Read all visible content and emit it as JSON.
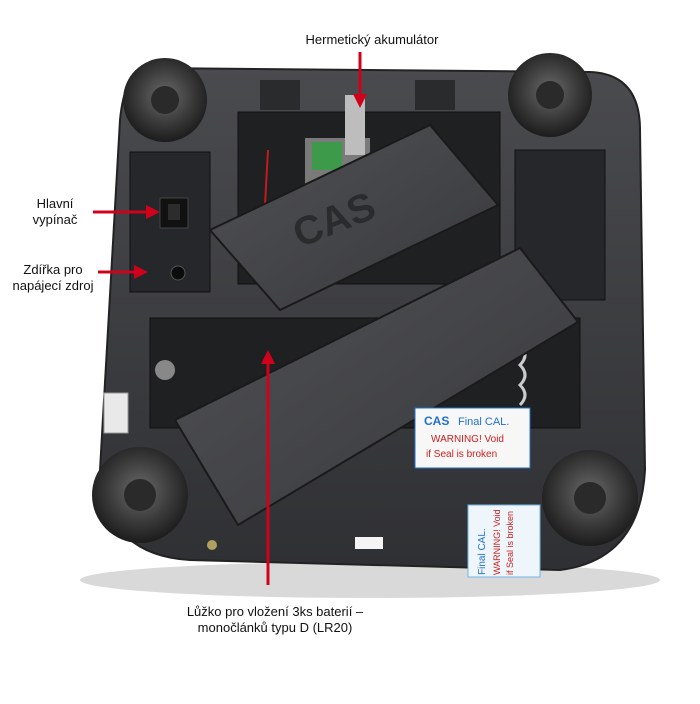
{
  "callouts": {
    "battery": "Hermetický akumulátor",
    "switch_line1": "Hlavní",
    "switch_line2": "vypínač",
    "power_line1": "Zdířka pro",
    "power_line2": "napájecí zdroj",
    "tray_line1": "Lůžko pro vložení  3ks baterií –",
    "tray_line2": "monočlánků typu D (LR20)"
  },
  "device": {
    "logo": "CAS",
    "seal_brand": "CAS",
    "seal_title": "Final CAL.",
    "seal_warning": "WARNING!  Void",
    "seal_warning2": "if Seal is broken"
  },
  "colors": {
    "housing": "#3a3b3e",
    "arrow": "#d0021b",
    "seal_blue": "#1f6fd1",
    "seal_red": "#cc1f1f"
  }
}
